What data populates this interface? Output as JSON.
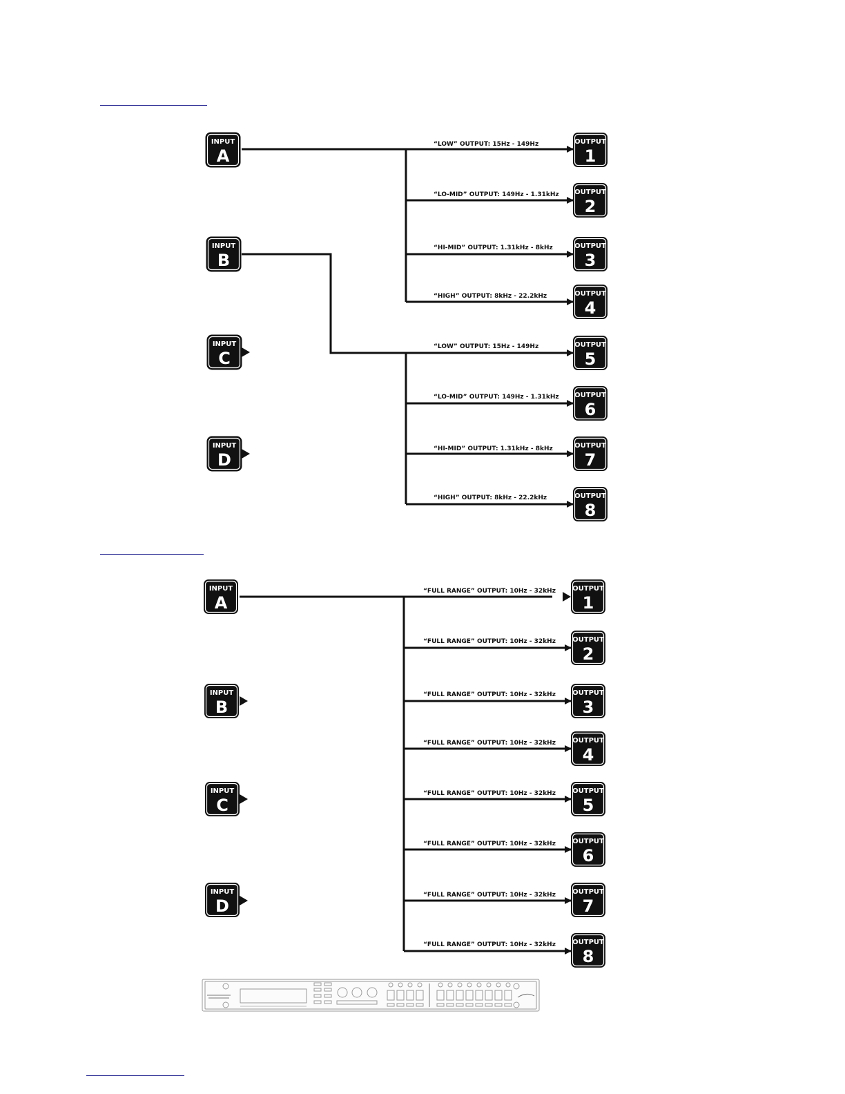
{
  "labels": {
    "input": "INPUT",
    "output": "OUTPUT"
  },
  "inputs": [
    "A",
    "B",
    "C",
    "D"
  ],
  "outputs": [
    "1",
    "2",
    "3",
    "4",
    "5",
    "6",
    "7",
    "8"
  ],
  "top_diagram": {
    "signal_labels": [
      "“LOW” OUTPUT:  15Hz - 149Hz",
      "“LO-MID” OUTPUT:  149Hz - 1.31kHz",
      "“HI-MID” OUTPUT:  1.31kHz - 8kHz",
      "“HIGH” OUTPUT:  8kHz - 22.2kHz",
      "“LOW” OUTPUT:  15Hz - 149Hz",
      "“LO-MID” OUTPUT:  149Hz - 1.31kHz",
      "“HI-MID” OUTPUT:  1.31kHz - 8kHz",
      "“HIGH” OUTPUT:  8kHz - 22.2kHz"
    ]
  },
  "bottom_diagram": {
    "signal_labels": [
      "“FULL RANGE” OUTPUT:  10Hz - 32kHz",
      "“FULL RANGE” OUTPUT:  10Hz - 32kHz",
      "“FULL RANGE” OUTPUT:  10Hz - 32kHz",
      "“FULL RANGE” OUTPUT:  10Hz - 32kHz",
      "“FULL RANGE” OUTPUT:  10Hz - 32kHz",
      "“FULL RANGE” OUTPUT:  10Hz - 32kHz",
      "“FULL RANGE” OUTPUT:  10Hz - 32kHz",
      "“FULL RANGE” OUTPUT:  10Hz - 32kHz"
    ]
  },
  "device_panel": {
    "icon": "crossover-device-front-panel-icon"
  },
  "colors": {
    "box_fill": "#111111",
    "line": "#111111",
    "link_underline": "#1a1a8c"
  }
}
